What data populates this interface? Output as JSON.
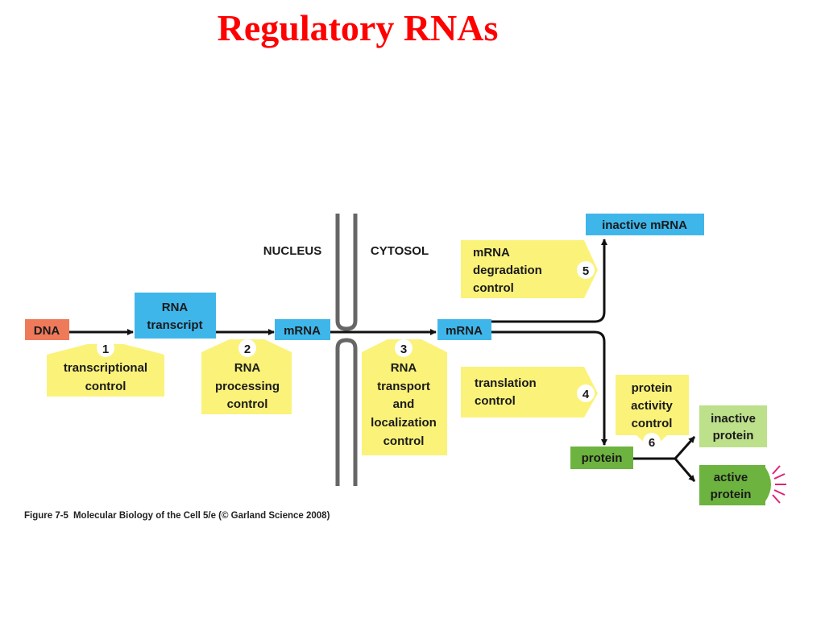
{
  "title": "Regulatory RNAs",
  "regions": {
    "nucleus": "NUCLEUS",
    "cytosol": "CYTOSOL"
  },
  "molecules": {
    "dna": "DNA",
    "rna_transcript": [
      "RNA",
      "transcript"
    ],
    "mrna_nucleus": "mRNA",
    "mrna_cytosol": "mRNA",
    "inactive_mrna": "inactive mRNA",
    "protein": "protein",
    "inactive_protein": [
      "inactive",
      "protein"
    ],
    "active_protein": [
      "active",
      "protein"
    ]
  },
  "controls": [
    {
      "number": "1",
      "lines": [
        "transcriptional",
        "control"
      ]
    },
    {
      "number": "2",
      "lines": [
        "RNA",
        "processing",
        "control"
      ]
    },
    {
      "number": "3",
      "lines": [
        "RNA",
        "transport",
        "and",
        "localization",
        "control"
      ]
    },
    {
      "number": "4",
      "lines": [
        "translation",
        "control"
      ]
    },
    {
      "number": "5",
      "lines": [
        "mRNA",
        "degradation",
        "control"
      ]
    },
    {
      "number": "6",
      "lines": [
        "protein",
        "activity",
        "control"
      ]
    }
  ],
  "caption": {
    "figure": "Figure 7-5",
    "source": "Molecular Biology of the Cell 5/e (© Garland Science 2008)"
  },
  "colors": {
    "title": "#ff0000",
    "dna_box": "#ef7a5a",
    "rna_box": "#3fb6ea",
    "protein_box": "#6db33f",
    "inactive_protein_box": "#bde08a",
    "control_box": "#fbf27a",
    "membrane": "#666666",
    "active_spark": "#e0207a"
  }
}
